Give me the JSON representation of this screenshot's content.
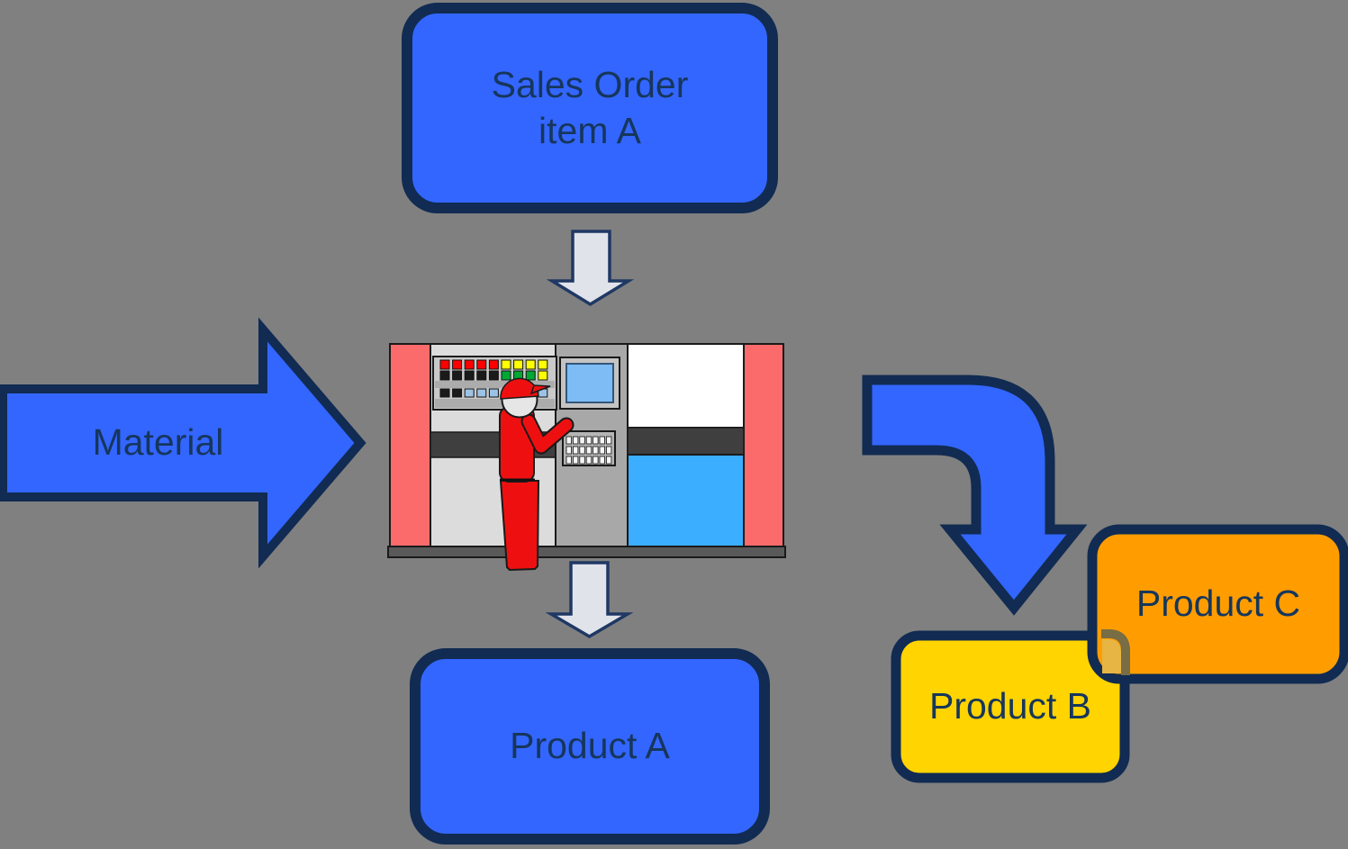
{
  "diagram": {
    "background_color": "#808080",
    "text_color": "#16365C",
    "nodes": {
      "sales_order": {
        "line1": "Sales Order",
        "line2": "item A",
        "fill": "#3366FF",
        "border": "#112B52"
      },
      "material_arrow": {
        "label": "Material",
        "fill": "#3366FF",
        "border": "#112B52"
      },
      "product_a": {
        "label": "Product A",
        "fill": "#3366FF",
        "border": "#112B52"
      },
      "product_b": {
        "label": "Product B",
        "fill": "#FFD400",
        "border": "#112B52"
      },
      "product_c": {
        "label": "Product C",
        "fill": "#FF9D00",
        "border": "#112B52"
      }
    },
    "arrows": {
      "down_arrow_fill": "#E1E3EA",
      "down_arrow_border": "#1F3864",
      "curved_arrow_fill": "#3366FF",
      "curved_arrow_border": "#112B52"
    },
    "machine": {
      "icon": "production-machine-with-operator",
      "pillar_red": "#FC6B6B",
      "panel_light": "#DCDCDC",
      "column_gray": "#A8A8A8",
      "band_dark": "#3F3F3F",
      "white_section": "#FFFFFF",
      "tank_blue": "#3BAEFF",
      "screen_blue": "#7DBCF5",
      "board_gray": "#C9C9C9",
      "base_gray": "#595959",
      "worker_red": "#EE1010",
      "worker_skin": "#E6E6E6",
      "blend_olive": "#786D44",
      "blend_gold": "#E7B544"
    }
  }
}
